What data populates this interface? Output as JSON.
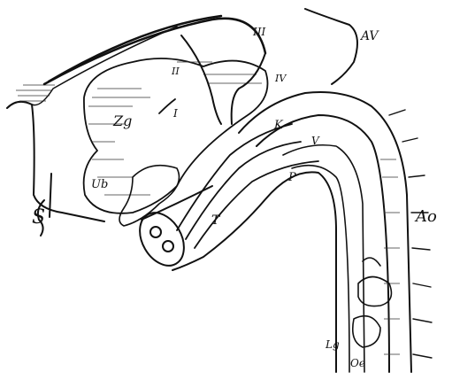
{
  "figure": {
    "labels": {
      "S": "S",
      "Zg": "Zg",
      "Ub": "Ub",
      "I": "I",
      "II": "II",
      "III": "III",
      "IV": "IV",
      "AV": "AV",
      "K": "K",
      "V": "V",
      "P": "P",
      "T": "T",
      "Ao": "Ao",
      "Lg": "Lg",
      "Oe": "Oe"
    }
  }
}
